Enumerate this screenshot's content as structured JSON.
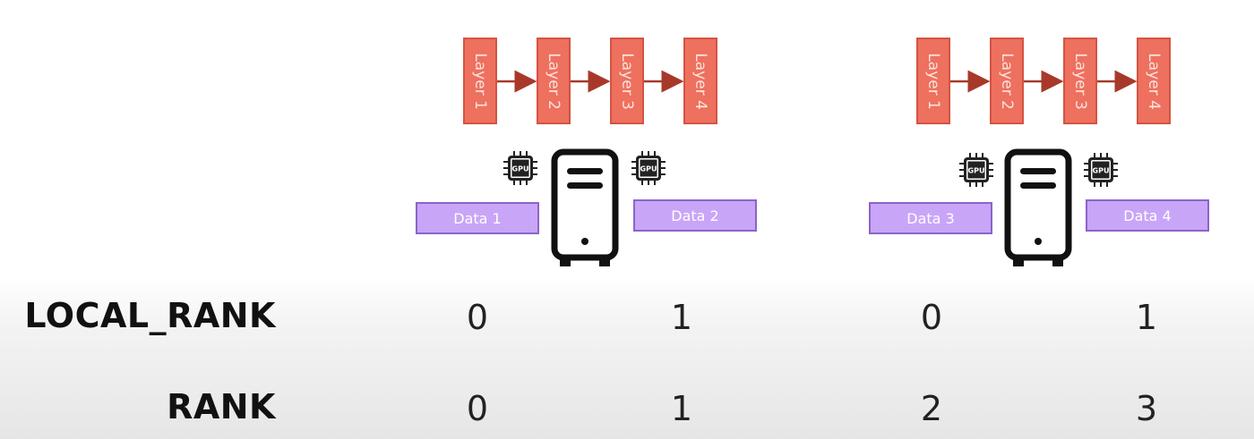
{
  "nodes": [
    {
      "layers": [
        "Layer 1",
        "Layer 2",
        "Layer 3",
        "Layer 4"
      ],
      "gpu_left_label": "GPU",
      "gpu_right_label": "GPU",
      "data_left": "Data 1",
      "data_right": "Data 2"
    },
    {
      "layers": [
        "Layer 1",
        "Layer 2",
        "Layer 3",
        "Layer 4"
      ],
      "gpu_left_label": "GPU",
      "gpu_right_label": "GPU",
      "data_left": "Data 3",
      "data_right": "Data 4"
    }
  ],
  "rows": {
    "local_rank": {
      "label": "LOCAL_RANK",
      "values": [
        "0",
        "1",
        "0",
        "1"
      ]
    },
    "rank": {
      "label": "RANK",
      "values": [
        "0",
        "1",
        "2",
        "3"
      ]
    }
  },
  "colors": {
    "layer_fill": "#ee705e",
    "layer_border": "#d35443",
    "arrow": "#a8392a",
    "data_fill": "#c9a5f7",
    "data_border": "#8b64c9",
    "ink": "#111111"
  },
  "icons": {
    "gpu": "gpu-chip-icon",
    "server": "server-tower-icon"
  }
}
